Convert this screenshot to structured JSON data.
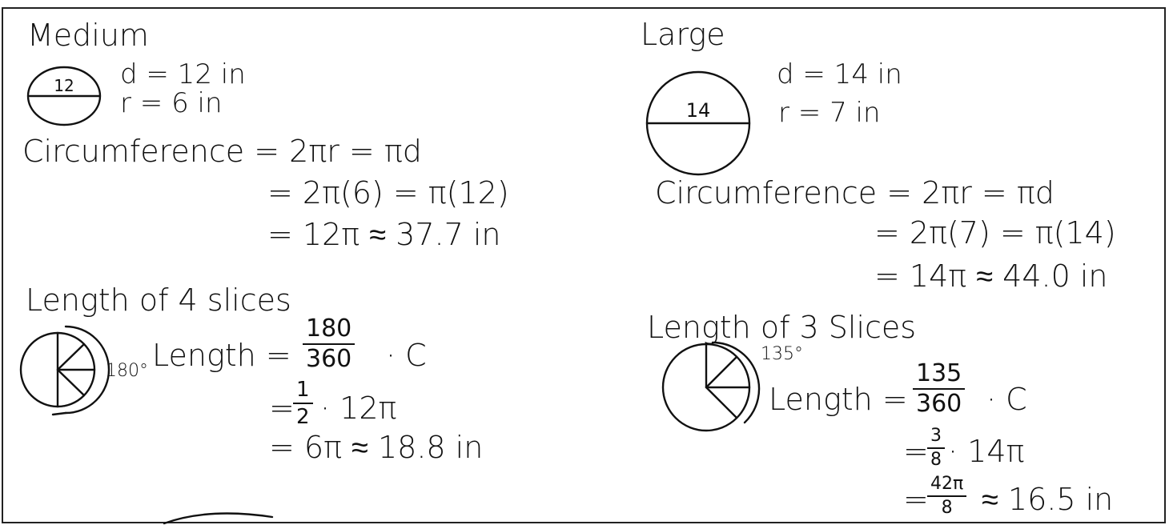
{
  "medium": {
    "title": "Medium",
    "circle_label": "12",
    "d": "d = 12 in",
    "r": "r = 6 in",
    "circ_l1": "Circumference = 2πr = πd",
    "circ_l2": "= 2π(6) = π(12)",
    "circ_l3": "= 12π ≈ 37.7 in",
    "slices_title": "Length of 4 slices",
    "angle": "180°",
    "len_lead": "Length =",
    "frac_num": "180",
    "frac_den": "360",
    "len_tail": "· C",
    "len_l2_eq": "=",
    "half_num": "1",
    "half_den": "2",
    "len_l2_tail": "· 12π",
    "len_l3": "= 6π ≈ 18.8 in"
  },
  "large": {
    "title": "Large",
    "circle_label": "14",
    "d": "d = 14 in",
    "r": "r = 7 in",
    "circ_l1": "Circumference = 2πr = πd",
    "circ_l2": "= 2π(7) = π(14)",
    "circ_l3": "= 14π ≈ 44.0 in",
    "slices_title": "Length of 3 Slices",
    "angle": "135°",
    "len_lead": "Length =",
    "frac_num": "135",
    "frac_den": "360",
    "len_tail": "· C",
    "len_l2_eq": "=",
    "f2_num": "3",
    "f2_den": "8",
    "len_l2_tail": "· 14π",
    "len_l3_eq": "=",
    "f3_num": "42π",
    "f3_den": "8",
    "len_l3_tail": "≈ 16.5 in"
  }
}
